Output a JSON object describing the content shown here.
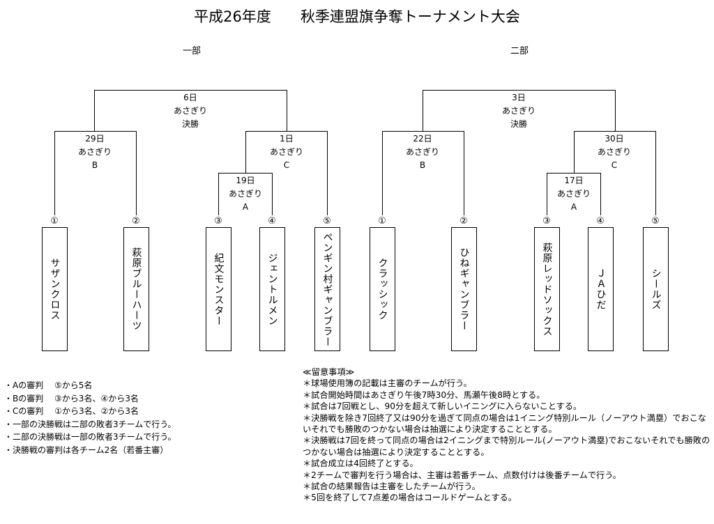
{
  "title": "平成26年度　　秋季連盟旗争奪トーナメント大会",
  "divisions": [
    {
      "name": "一部",
      "final": {
        "date": "6日",
        "venue": "あさぎり",
        "label": "決勝"
      },
      "matches": {
        "B": {
          "date": "29日",
          "venue": "あさぎり",
          "label": "B"
        },
        "C": {
          "date": "1日",
          "venue": "あさぎり",
          "label": "C"
        },
        "A": {
          "date": "19日",
          "venue": "あさぎり",
          "label": "A"
        }
      },
      "teams": [
        {
          "seed": "①",
          "name": "サザンクロス"
        },
        {
          "seed": "②",
          "name": "萩原ブルーハーツ"
        },
        {
          "seed": "③",
          "name": "紀文モンスター"
        },
        {
          "seed": "④",
          "name": "ジェントルメン"
        },
        {
          "seed": "⑤",
          "name": "ペンギン村ギャンブラー"
        }
      ]
    },
    {
      "name": "二部",
      "final": {
        "date": "3日",
        "venue": "あさぎり",
        "label": "決勝"
      },
      "matches": {
        "B": {
          "date": "22日",
          "venue": "あさぎり",
          "label": "B"
        },
        "C": {
          "date": "30日",
          "venue": "あさぎり",
          "label": "C"
        },
        "A": {
          "date": "17日",
          "venue": "あさぎり",
          "label": "A"
        }
      },
      "teams": [
        {
          "seed": "①",
          "name": "クラッシック"
        },
        {
          "seed": "②",
          "name": "ひねギャンブラー"
        },
        {
          "seed": "③",
          "name": "萩原レッドソックス"
        },
        {
          "seed": "④",
          "name": "ＪＡひだ"
        },
        {
          "seed": "⑤",
          "name": "シールズ"
        }
      ]
    }
  ],
  "referee_notes": [
    "・Aの審判　 ⑤から5名",
    "・Bの審判　 ③から3名、④から3名",
    "・Cの審判　 ①から3名、②から3名",
    "・一部の決勝戦は二部の敗者3チームで行う。",
    "・二部の決勝戦は一部の敗者3チームで行う。",
    "・決勝戦の審判は各チーム2名（若番主審）"
  ],
  "rules_heading": "≪留意事項≫",
  "rules": [
    "＊球場使用簿の記載は主審のチームが行う。",
    "＊試合開始時間はあさぎり午後7時30分、馬瀬午後8時とする。",
    "＊試合は7回戦とし、90分を超えて新しいイニングに入らないことする。",
    "＊決勝戦を除き7回終了又は90分を過ぎて同点の場合は1イニング特別ルール（ノーアウト満塁）でおこないそれでも勝敗のつかない場合は抽選により決定することとする。",
    "＊決勝戦は7回を終って同点の場合は2イニングまで特別ルール(ノーアウト満塁)でおこないそれでも勝敗のつかない場合は抽選により決定することとする。",
    "＊試合成立は4回終了とする。",
    "＊2チームで審判を行う場合は、主審は若番チーム、点数付けは後番チームで行う。",
    "＊試合の結果報告は主審をしたチームが行う。",
    "＊5回を終了して7点差の場合はコールドゲームとする。"
  ]
}
